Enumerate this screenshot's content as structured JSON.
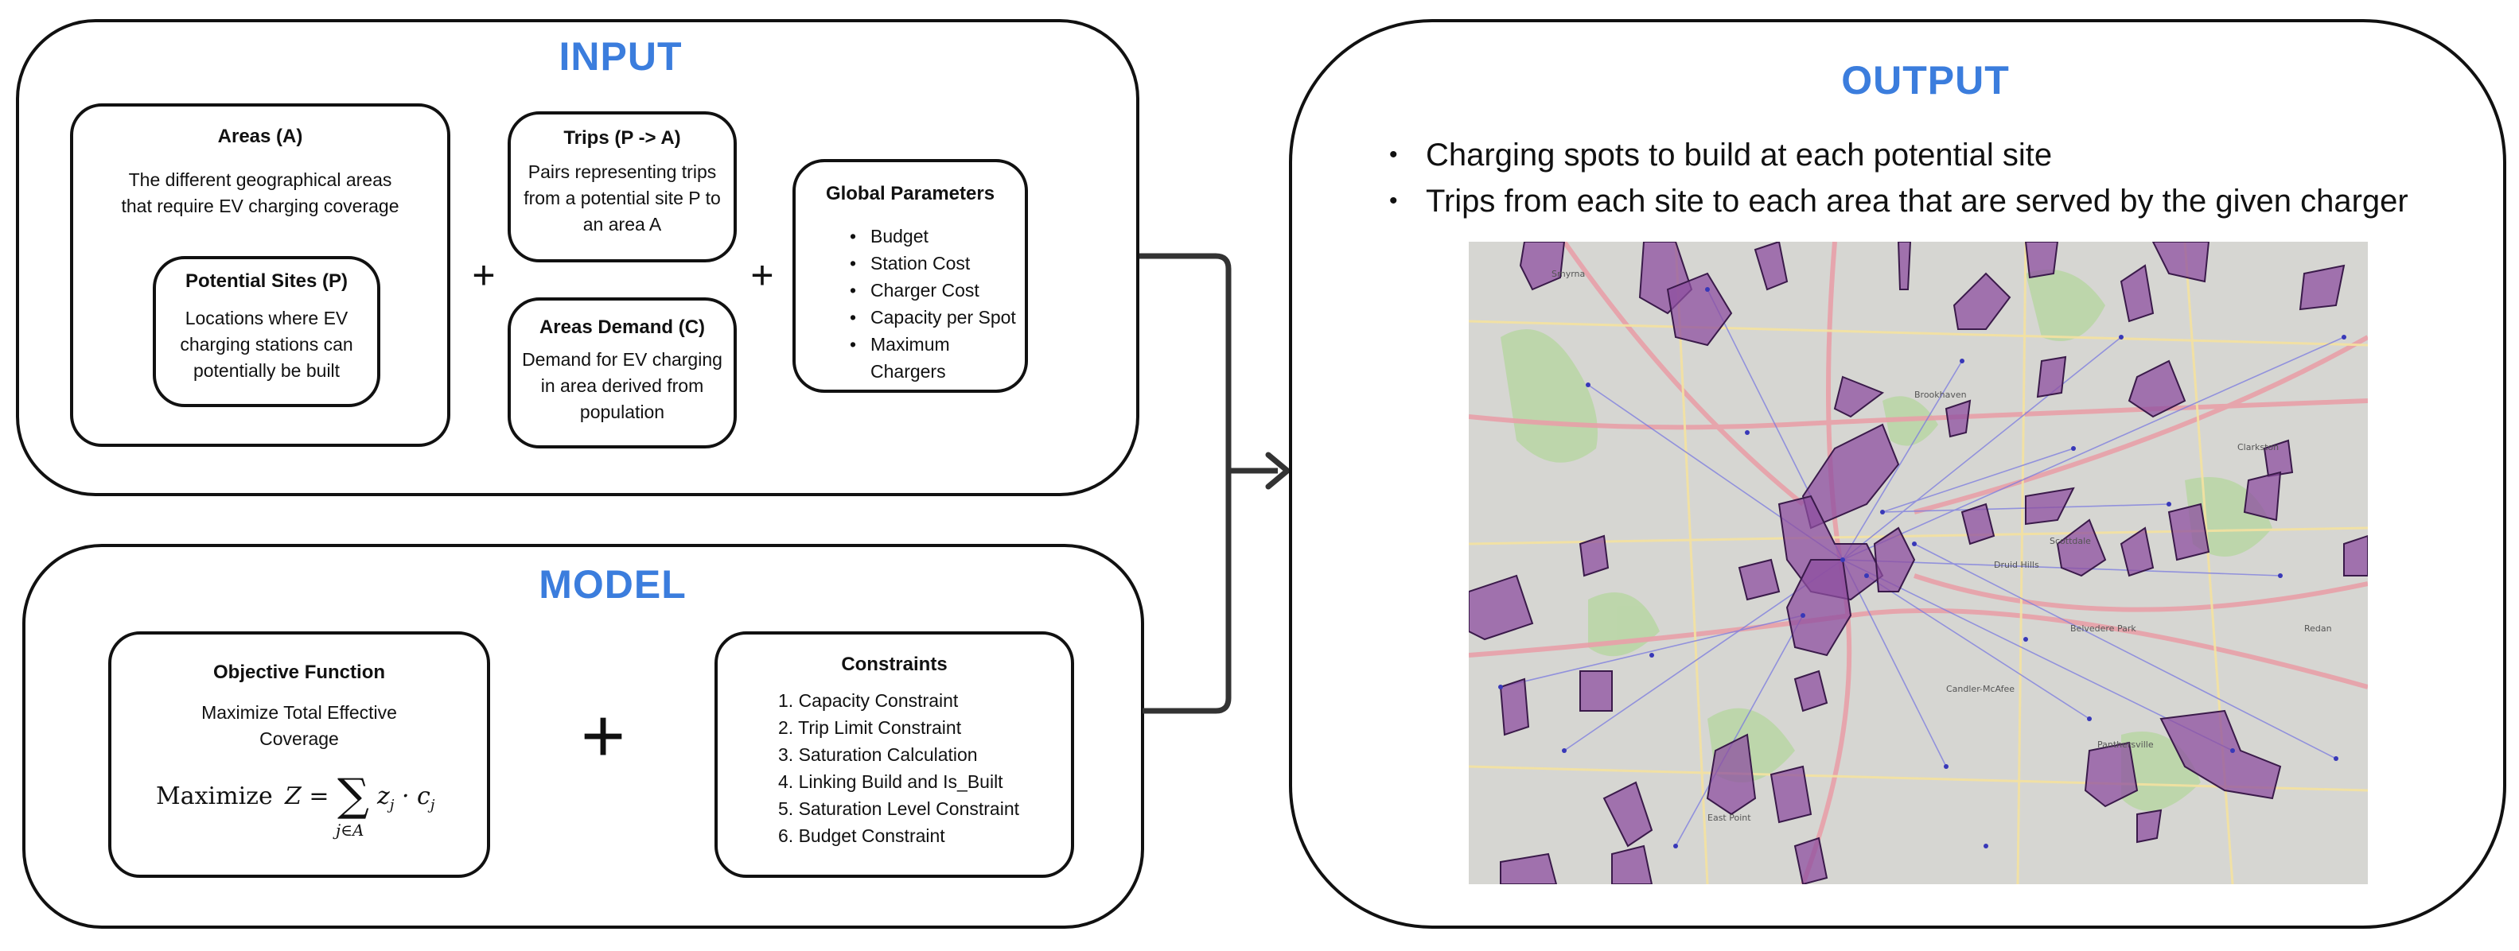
{
  "input": {
    "title": "INPUT",
    "areas": {
      "title": "Areas (A)",
      "desc": "The different geographical areas that require EV charging coverage"
    },
    "sites": {
      "title": "Potential Sites (P)",
      "desc": "Locations where EV charging stations can potentially be built"
    },
    "trips": {
      "title": "Trips (P -> A)",
      "desc": "Pairs representing trips from a potential site P to an area A"
    },
    "demand": {
      "title": "Areas Demand (C)",
      "desc": "Demand for EV charging in area derived from population"
    },
    "globals": {
      "title": "Global Parameters",
      "items": [
        "Budget",
        "Station Cost",
        "Charger Cost",
        "Capacity per Spot",
        "Maximum Chargers"
      ]
    },
    "plus": "+"
  },
  "model": {
    "title": "MODEL",
    "objective": {
      "title": "Objective Function",
      "desc": "Maximize Total Effective Coverage",
      "formula_word": "Maximize",
      "formula_lhs": "Z =",
      "formula_sum": "∑",
      "formula_sub": "j∈A",
      "formula_term": "z",
      "formula_term_sub": "j",
      "formula_dot": " · c",
      "formula_dot_sub": "j"
    },
    "constraints": {
      "title": "Constraints",
      "items": [
        "1. Capacity Constraint",
        "2. Trip Limit Constraint",
        "3. Saturation Calculation",
        "4. Linking Build and Is_Built",
        "5. Saturation Level Constraint",
        "6. Budget Constraint"
      ]
    },
    "plus": "+"
  },
  "output": {
    "title": "OUTPUT",
    "items": [
      "Charging spots to build at each potential site",
      "Trips from each site to each area that are served by the given charger"
    ],
    "map_labels": [
      "Smyrna",
      "Brookhaven",
      "Clarkston",
      "Scottdale",
      "Belvedere Park",
      "Candler-McAfee",
      "Panthersville",
      "Redan",
      "East Point",
      "Druid Hills"
    ]
  },
  "colors": {
    "accent": "#3b7ddd",
    "polygon": "#8e4fa0",
    "border": "#111111"
  }
}
